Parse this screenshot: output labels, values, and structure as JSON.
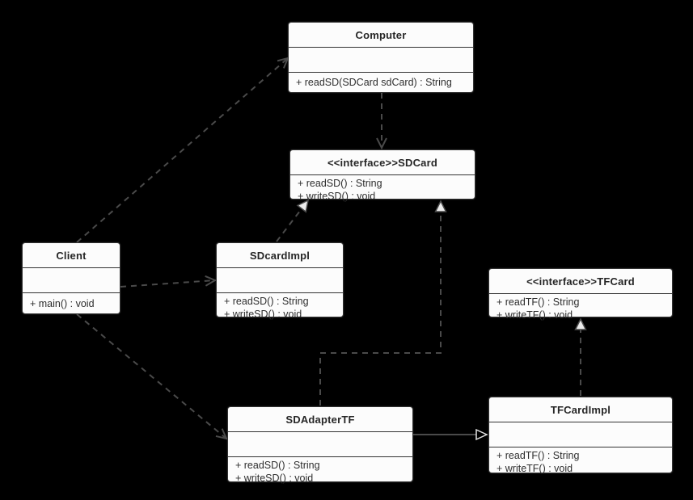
{
  "diagram": {
    "kind": "uml-class-diagram",
    "pattern": "Adapter pattern (SDCard / TFCard)",
    "colors": {
      "background": "#000000",
      "box_fill": "#fcfcfc",
      "box_border": "#333333",
      "text": "#2b2b2b",
      "connector": "#4a4a4a",
      "realization_arrowhead_fill": "#ececec",
      "association_arrowhead_outline": "#e3e3e3"
    }
  },
  "classes": [
    {
      "id": "computer",
      "name": "Computer",
      "fields": [],
      "methods": [
        "+ readSD(SDCard sdCard) : String"
      ]
    },
    {
      "id": "sdcard",
      "name": "<<interface>>SDCard",
      "fields": [],
      "methods": [
        "+ readSD() : String",
        "+ writeSD() : void"
      ]
    },
    {
      "id": "client",
      "name": "Client",
      "fields": [],
      "methods": [
        "+ main() : void"
      ]
    },
    {
      "id": "sdcardimpl",
      "name": "SDcardImpl",
      "fields": [],
      "methods": [
        "+ readSD() : String",
        "+ writeSD() : void"
      ]
    },
    {
      "id": "tfcard",
      "name": "<<interface>>TFCard",
      "fields": [],
      "methods": [
        "+ readTF() : String",
        "+ writeTF() : void"
      ]
    },
    {
      "id": "sdadaptertf",
      "name": "SDAdapterTF",
      "fields": [],
      "methods": [
        "+ readSD() : String",
        "+ writeSD() : void"
      ]
    },
    {
      "id": "tfcardimpl",
      "name": "TFCardImpl",
      "fields": [],
      "methods": [
        "+ readTF() : String",
        "+ writeTF() : void"
      ]
    }
  ],
  "relationships": [
    {
      "from": "Client",
      "to": "Computer",
      "type": "dependency",
      "line": "dashed",
      "arrowhead": "open"
    },
    {
      "from": "Computer",
      "to": "SDCard",
      "type": "dependency",
      "line": "dashed",
      "arrowhead": "open"
    },
    {
      "from": "Client",
      "to": "SDcardImpl",
      "type": "dependency",
      "line": "dashed",
      "arrowhead": "open"
    },
    {
      "from": "Client",
      "to": "SDAdapterTF",
      "type": "dependency",
      "line": "dashed",
      "arrowhead": "open"
    },
    {
      "from": "SDcardImpl",
      "to": "SDCard",
      "type": "realization",
      "line": "dashed",
      "arrowhead": "hollow-triangle"
    },
    {
      "from": "SDAdapterTF",
      "to": "SDCard",
      "type": "realization",
      "line": "dashed",
      "arrowhead": "hollow-triangle"
    },
    {
      "from": "TFCardImpl",
      "to": "TFCard",
      "type": "realization",
      "line": "dashed",
      "arrowhead": "hollow-triangle"
    },
    {
      "from": "SDAdapterTF",
      "to": "TFCardImpl",
      "type": "association",
      "line": "solid",
      "arrowhead": "outlined-triangle"
    }
  ]
}
